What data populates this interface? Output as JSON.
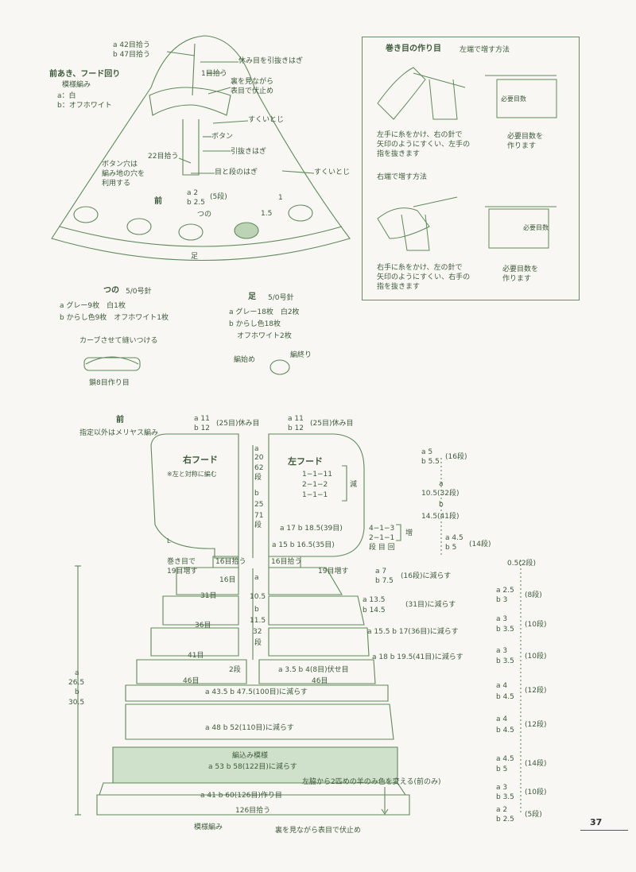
{
  "top_left": {
    "hood_pickup_a": "a 42目拾う",
    "hood_pickup_b": "b 47目拾う",
    "title": "前あき、フード回り",
    "pattern": "模様編み",
    "color_a": "a：白",
    "color_b": "b：オフホワイト",
    "l_rest_graft": "休み目を引抜きはぎ",
    "l_pickup1": "1目拾う",
    "l_bindoff1": "裏を見ながら",
    "l_bindoff2": "表目で伏止め",
    "l_whip1": "すくいとじ",
    "l_button": "ボタン",
    "l_slip_graft": "引抜きはぎ",
    "l_22pick": "22目拾う",
    "l_buttonhole1": "ボタン穴は",
    "l_buttonhole2": "編み地の穴を",
    "l_buttonhole3": "利用する",
    "l_eye_row": "目と段のはぎ",
    "l_whip2": "すくいとじ",
    "l_a2": "a 2",
    "l_b25": "b 2.5",
    "l_5rows": "(5段)",
    "l_front": "前",
    "l_horn": "つの",
    "l_foot": "足",
    "l_1": "1",
    "l_15": "1.5"
  },
  "top_right": {
    "title": "巻き目の作り目",
    "subtitle": "左端で増す方法",
    "needed1": "必要目数",
    "desc1a": "左手に糸をかけ、右の針で",
    "desc1b": "矢印のようにすくい、左手の",
    "desc1c": "指を抜きます",
    "make1a": "必要目数を",
    "make1b": "作ります",
    "right_title": "右端で増す方法",
    "needed2": "必要目数",
    "desc2a": "右手に糸をかけ、左の針で",
    "desc2b": "矢印のようにすくい、右手の",
    "desc2c": "指を抜きます",
    "make2a": "必要目数を",
    "make2b": "作ります"
  },
  "mid": {
    "horn_title": "つの",
    "horn_needle": "5/0号針",
    "horn_a": "a グレー9枚　白1枚",
    "horn_b": "b からし色9枚　オフホワイト1枚",
    "horn_note": "カーブさせて縫いつける",
    "horn_chain": "鎖8目作り目",
    "foot_title": "足",
    "foot_needle": "5/0号針",
    "foot_a": "a グレー18枚　白2枚",
    "foot_b": "b からし色18枚",
    "foot_b2": "オフホワイト2枚",
    "foot_start": "編始め",
    "foot_end": "編終り"
  },
  "bottom": {
    "front": "前",
    "note": "指定以外はメリヤス編み",
    "r_rest_a": "a 11",
    "r_rest_b": "b 12",
    "r_rest_c": "(25目)休み目",
    "l_rest_a": "a 11",
    "l_rest_b": "b 12",
    "l_rest_c": "(25目)休み目",
    "right_hood": "右フード",
    "mirror": "※左と対称に編む",
    "left_hood": "左フード",
    "dec1": "1−1−11",
    "dec2": "2−1−2",
    "dec3": "1−1−1",
    "dec_label": "減",
    "hood_h_a": "a",
    "hood_h_a2": "20",
    "hood_h_a3": "62",
    "hood_h_a4": "段",
    "hood_h_b": "b",
    "hood_h_b2": "25",
    "hood_h_b3": "71",
    "hood_h_b4": "段",
    "w39": "a 17 b 18.5(39目)",
    "w35": "a 15 b 16.5(35目)",
    "inc1": "4−1−3",
    "inc2": "2−1−1",
    "inc3": "段 目 回",
    "inc_label": "増",
    "r16pick": "16目拾う",
    "l16pick": "16目拾う",
    "r_cast1": "巻き目で",
    "r_cast2": "19目増す",
    "l_cast": "19目増す",
    "r16": "16目",
    "r31": "31目",
    "r36": "36目",
    "r41": "41目",
    "r46": "46目",
    "l46": "46目",
    "r2rows": "2段",
    "yoke_a": "a",
    "yoke_a2": "10.5",
    "yoke_b": "b",
    "yoke_b2": "11.5",
    "yoke_32": "32",
    "yoke_rows": "段",
    "dec16": "a 7",
    "dec16b": "b 7.5",
    "dec16c": "(16段)に減らす",
    "dec31": "a 13.5",
    "dec31b": "b 14.5",
    "dec31c": "(31目)に減らす",
    "dec36": "a 15.5 b 17(36目)に減らす",
    "dec41": "a 18 b 19.5(41目)に減らす",
    "bind8": "a 3.5 b 4(8目)伏せ目",
    "dec100": "a 43.5 b 47.5(100目)に減らす",
    "dec110": "a 48 b 52(110目)に減らす",
    "colorwork": "編込み模様",
    "dec122": "a 53 b 58(122目)に減らす",
    "sheep_note": "左脇から2匹めの羊のみ色を変える(前のみ)",
    "w126": "a 41 b 60(126目)作り目",
    "pick126": "126目拾う",
    "pattern": "模様編み",
    "bindoff": "裏を見ながら表目で伏止め",
    "total_a": "a",
    "total_a2": "26.5",
    "total_b": "b",
    "total_b2": "30.5",
    "sc1": "a 5",
    "sc1b": "b 5.5",
    "sc1c": "(16段)",
    "sc2": "a",
    "sc2b": "10.5(32段)",
    "sc2c": "b",
    "sc2d": "14.5(41段)",
    "sc3": "a 4.5",
    "sc3b": "b 5",
    "sc3c": "(14段)",
    "rc0": "0.5(2段)",
    "rc1a": "a 2.5",
    "rc1b": "b 3",
    "rc1c": "(8段)",
    "rc2a": "a 3",
    "rc2b": "b 3.5",
    "rc2c": "(10段)",
    "rc3a": "a 3",
    "rc3b": "b 3.5",
    "rc3c": "(10段)",
    "rc4a": "a 4",
    "rc4b": "b 4.5",
    "rc4c": "(12段)",
    "rc5a": "a 4",
    "rc5b": "b 4.5",
    "rc5c": "(12段)",
    "rc6a": "a 4.5",
    "rc6b": "b 5",
    "rc6c": "(14段)",
    "rc7a": "a 3",
    "rc7b": "b 3.5",
    "rc7c": "(10段)",
    "rc8a": "a 2",
    "rc8b": "b 2.5",
    "rc8c": "(5段)",
    "page_num": "37",
    "mark_l": "L"
  }
}
